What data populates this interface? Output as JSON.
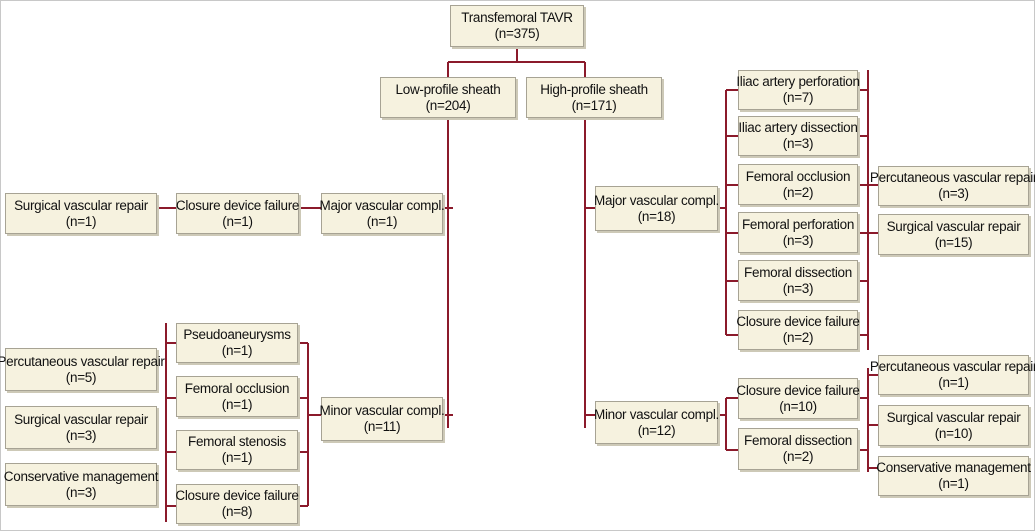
{
  "root": {
    "title": "Transfemoral TAVR",
    "count": "(n=375)"
  },
  "low": {
    "title": "Low-profile sheath",
    "count": "(n=204)",
    "major": {
      "title": "Major vascular compl.",
      "count": "(n=1)"
    },
    "major_cause": {
      "title": "Closure device failure",
      "count": "(n=1)"
    },
    "major_treatment": {
      "title": "Surgical vascular repair",
      "count": "(n=1)"
    },
    "minor": {
      "title": "Minor vascular compl.",
      "count": "(n=11)"
    },
    "minor_causes": [
      {
        "title": "Pseudoaneurysms",
        "count": "(n=1)"
      },
      {
        "title": "Femoral occlusion",
        "count": "(n=1)"
      },
      {
        "title": "Femoral stenosis",
        "count": "(n=1)"
      },
      {
        "title": "Closure device failure",
        "count": "(n=8)"
      }
    ],
    "minor_treatments": [
      {
        "title": "Percutaneous vascular repair",
        "count": "(n=5)"
      },
      {
        "title": "Surgical vascular repair",
        "count": "(n=3)"
      },
      {
        "title": "Conservative management",
        "count": "(n=3)"
      }
    ]
  },
  "high": {
    "title": "High-profile sheath",
    "count": "(n=171)",
    "major": {
      "title": "Major vascular compl.",
      "count": "(n=18)"
    },
    "major_causes": [
      {
        "title": "Iliac artery perforation",
        "count": "(n=7)"
      },
      {
        "title": "Iliac artery dissection",
        "count": "(n=3)"
      },
      {
        "title": "Femoral occlusion",
        "count": "(n=2)"
      },
      {
        "title": "Femoral perforation",
        "count": "(n=3)"
      },
      {
        "title": "Femoral dissection",
        "count": "(n=3)"
      },
      {
        "title": "Closure device failure",
        "count": "(n=2)"
      }
    ],
    "major_treatments": [
      {
        "title": "Percutaneous vascular repair",
        "count": "(n=3)"
      },
      {
        "title": "Surgical vascular repair",
        "count": "(n=15)"
      }
    ],
    "minor": {
      "title": "Minor vascular compl.",
      "count": "(n=12)"
    },
    "minor_causes": [
      {
        "title": "Closure device failure",
        "count": "(n=10)"
      },
      {
        "title": "Femoral dissection",
        "count": "(n=2)"
      }
    ],
    "minor_treatments": [
      {
        "title": "Percutaneous vascular repair",
        "count": "(n=1)"
      },
      {
        "title": "Surgical vascular repair",
        "count": "(n=10)"
      },
      {
        "title": "Conservative management",
        "count": "(n=1)"
      }
    ]
  },
  "colors": {
    "line": "#8b1a2b",
    "box_fill": "#f6f2df",
    "box_border": "#a7a394"
  }
}
